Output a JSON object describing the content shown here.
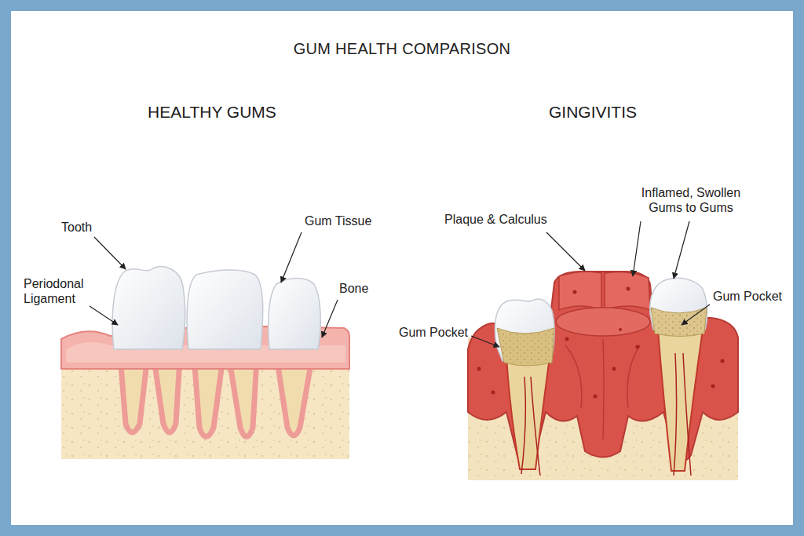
{
  "diagram": {
    "title": "GUM HEALTH COMPARISON",
    "labels": [
      "HEALTHY GUMS",
      "GINGIVITIS",
      "Tooth",
      "Gum Tissue",
      "Periodonal Ligament",
      "Bone",
      "Plaque & Calculus",
      "Inflamed, Swollen Gums to Gums",
      "Gum Pocket",
      "Gum Pocket"
    ]
  }
}
